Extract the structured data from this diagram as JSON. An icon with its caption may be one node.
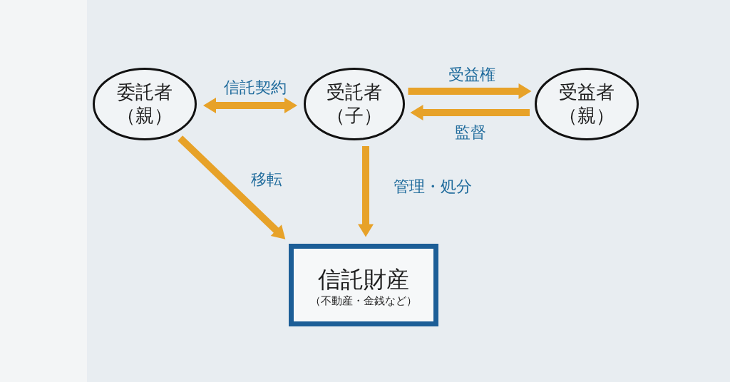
{
  "diagram": {
    "nodes": [
      {
        "text": [
          "委託者",
          "（親）"
        ]
      },
      {
        "text": [
          "受託者",
          "（子）"
        ]
      },
      {
        "text": [
          "受益者",
          "（親）"
        ]
      },
      {
        "text": [
          "信託財産",
          "（不動産・金銭など）"
        ]
      }
    ],
    "edges": [
      {
        "from": 0,
        "to": 1,
        "arrow": "both",
        "label": "信託契約"
      },
      {
        "from": 1,
        "to": 2,
        "arrow": "to",
        "label": "受益権"
      },
      {
        "from": 2,
        "to": 1,
        "arrow": "to",
        "label": "監督"
      },
      {
        "from": 0,
        "to": 3,
        "arrow": "to",
        "label": "移転"
      },
      {
        "from": 1,
        "to": 3,
        "arrow": "to",
        "label": "管理・処分"
      }
    ]
  }
}
